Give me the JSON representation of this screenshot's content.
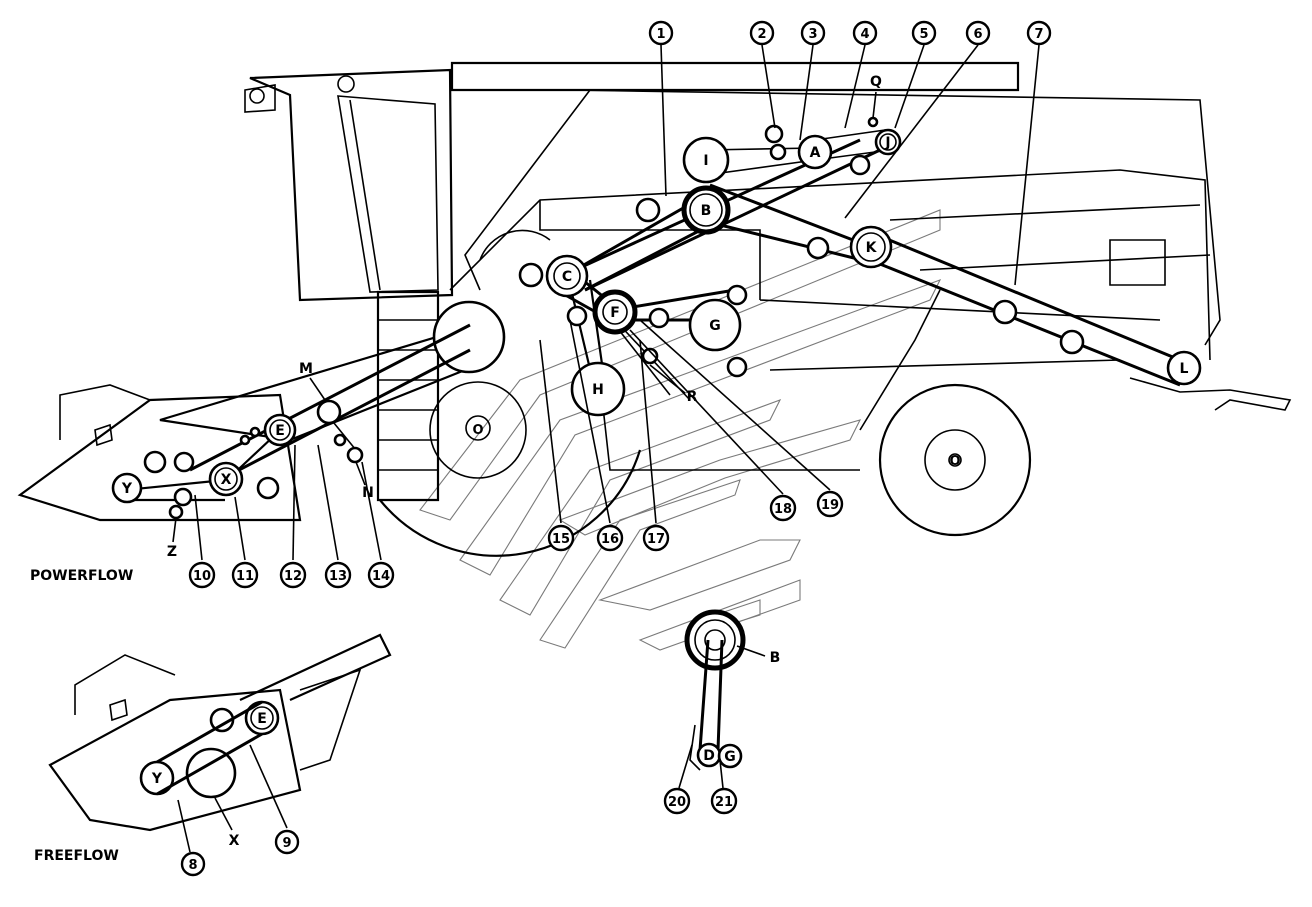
{
  "captions": {
    "powerflow": "POWERFLOW",
    "freeflow": "FREEFLOW"
  },
  "callouts": [
    "1",
    "2",
    "3",
    "4",
    "5",
    "6",
    "7",
    "8",
    "9",
    "10",
    "11",
    "12",
    "13",
    "14",
    "15",
    "16",
    "17",
    "18",
    "19",
    "20",
    "21"
  ],
  "pulley_labels": {
    "A": "A",
    "B": "B",
    "C": "C",
    "E": "E",
    "F": "F",
    "G": "G",
    "H": "H",
    "I": "I",
    "J": "J",
    "K": "K",
    "L": "L",
    "X": "X",
    "Y": "Y"
  },
  "plain_labels": {
    "Q": "Q",
    "R": "R",
    "M": "M",
    "N": "N",
    "Z": "Z",
    "X_free": "X",
    "B_detail": "B",
    "D_detail": "D",
    "G_detail": "G",
    "O_wheel_small": "O",
    "O_wheel_big": "O"
  },
  "colors": {
    "line": "#000000",
    "ghost": "#7a7a7a",
    "background": "#ffffff"
  }
}
